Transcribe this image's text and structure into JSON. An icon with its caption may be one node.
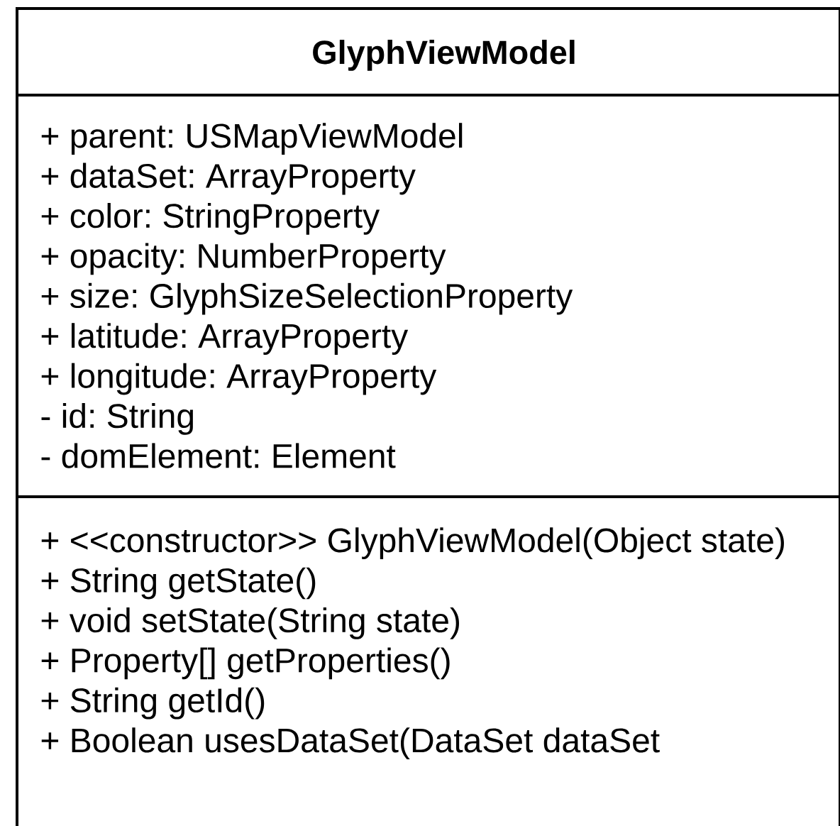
{
  "diagram": {
    "nodes": [
      {
        "text": [
          "GlyphViewModel"
        ]
      },
      {
        "text": [
          "+ parent: USMapViewModel",
          "+ dataSet: ArrayProperty",
          "+ color: StringProperty",
          "+ opacity: NumberProperty",
          "+ size: GlyphSizeSelectionProperty",
          "+ latitude: ArrayProperty",
          "+ longitude: ArrayProperty",
          "- id: String",
          "- domElement: Element"
        ],
        "in": 0
      },
      {
        "text": [
          "+ <<constructor>> GlyphViewModel(Object state)",
          "+ String getState()",
          "+ void setState(String state)",
          "+ Property[] getProperties()",
          "+ String getId()",
          "+ Boolean usesDataSet(DataSet dataSet"
        ],
        "in": 0
      }
    ]
  }
}
